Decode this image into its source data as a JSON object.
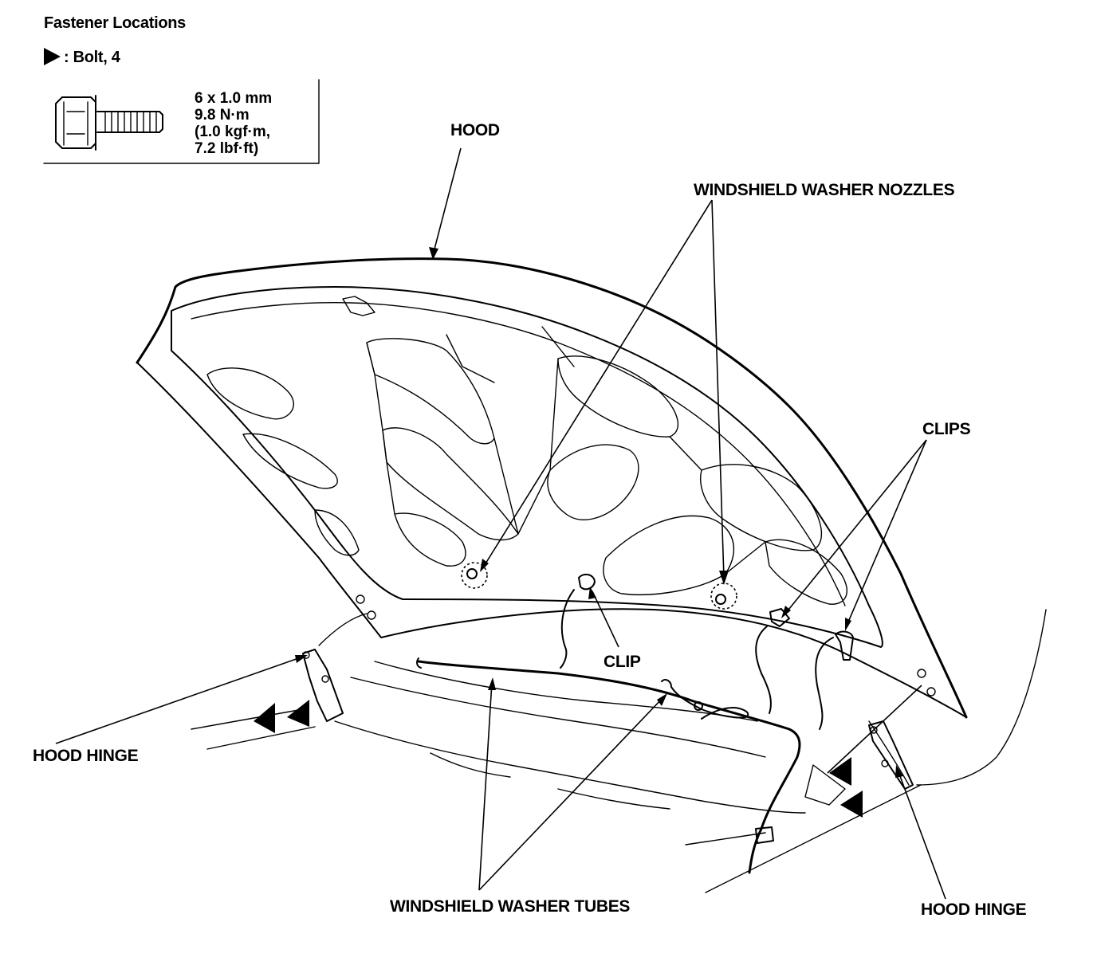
{
  "legend": {
    "title": "Fastener Locations",
    "symbol_label": ": Bolt, 4",
    "bolt_spec": [
      "6 x 1.0 mm",
      "9.8 N·m",
      "(1.0 kgf·m,",
      "7.2 lbf·ft)"
    ]
  },
  "labels": {
    "hood": "HOOD",
    "washer_nozzles": "WINDSHIELD WASHER NOZZLES",
    "clips": "CLIPS",
    "clip": "CLIP",
    "hood_hinge_left": "HOOD HINGE",
    "hood_hinge_right": "HOOD HINGE",
    "washer_tubes": "WINDSHIELD WASHER TUBES"
  },
  "bolt_count": 4
}
